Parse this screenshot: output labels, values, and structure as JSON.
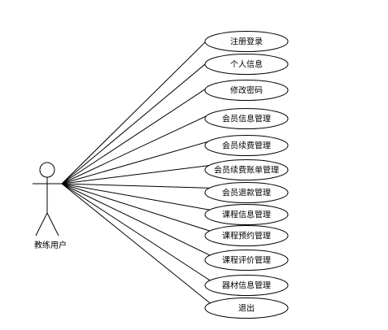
{
  "actor": {
    "label": "教练用户",
    "icon": "stick-figure-actor-icon"
  },
  "use_cases": [
    {
      "id": "register-login",
      "label": "注册登录"
    },
    {
      "id": "personal-info",
      "label": "个人信息"
    },
    {
      "id": "change-password",
      "label": "修改密码"
    },
    {
      "id": "member-info-management",
      "label": "会员信息管理"
    },
    {
      "id": "member-renewal-management",
      "label": "会员续费管理"
    },
    {
      "id": "member-renewal-bill-management",
      "label": "会员续费账单管理"
    },
    {
      "id": "member-refund-management",
      "label": "会员退款管理"
    },
    {
      "id": "course-info-management",
      "label": "课程信息管理"
    },
    {
      "id": "course-booking-management",
      "label": "课程预约管理"
    },
    {
      "id": "course-review-management",
      "label": "课程评价管理"
    },
    {
      "id": "equipment-info-management",
      "label": "器材信息管理"
    },
    {
      "id": "logout",
      "label": "退出"
    }
  ],
  "colors": {
    "line": "#000000",
    "fill": "#ffffff",
    "text": "#000000"
  }
}
